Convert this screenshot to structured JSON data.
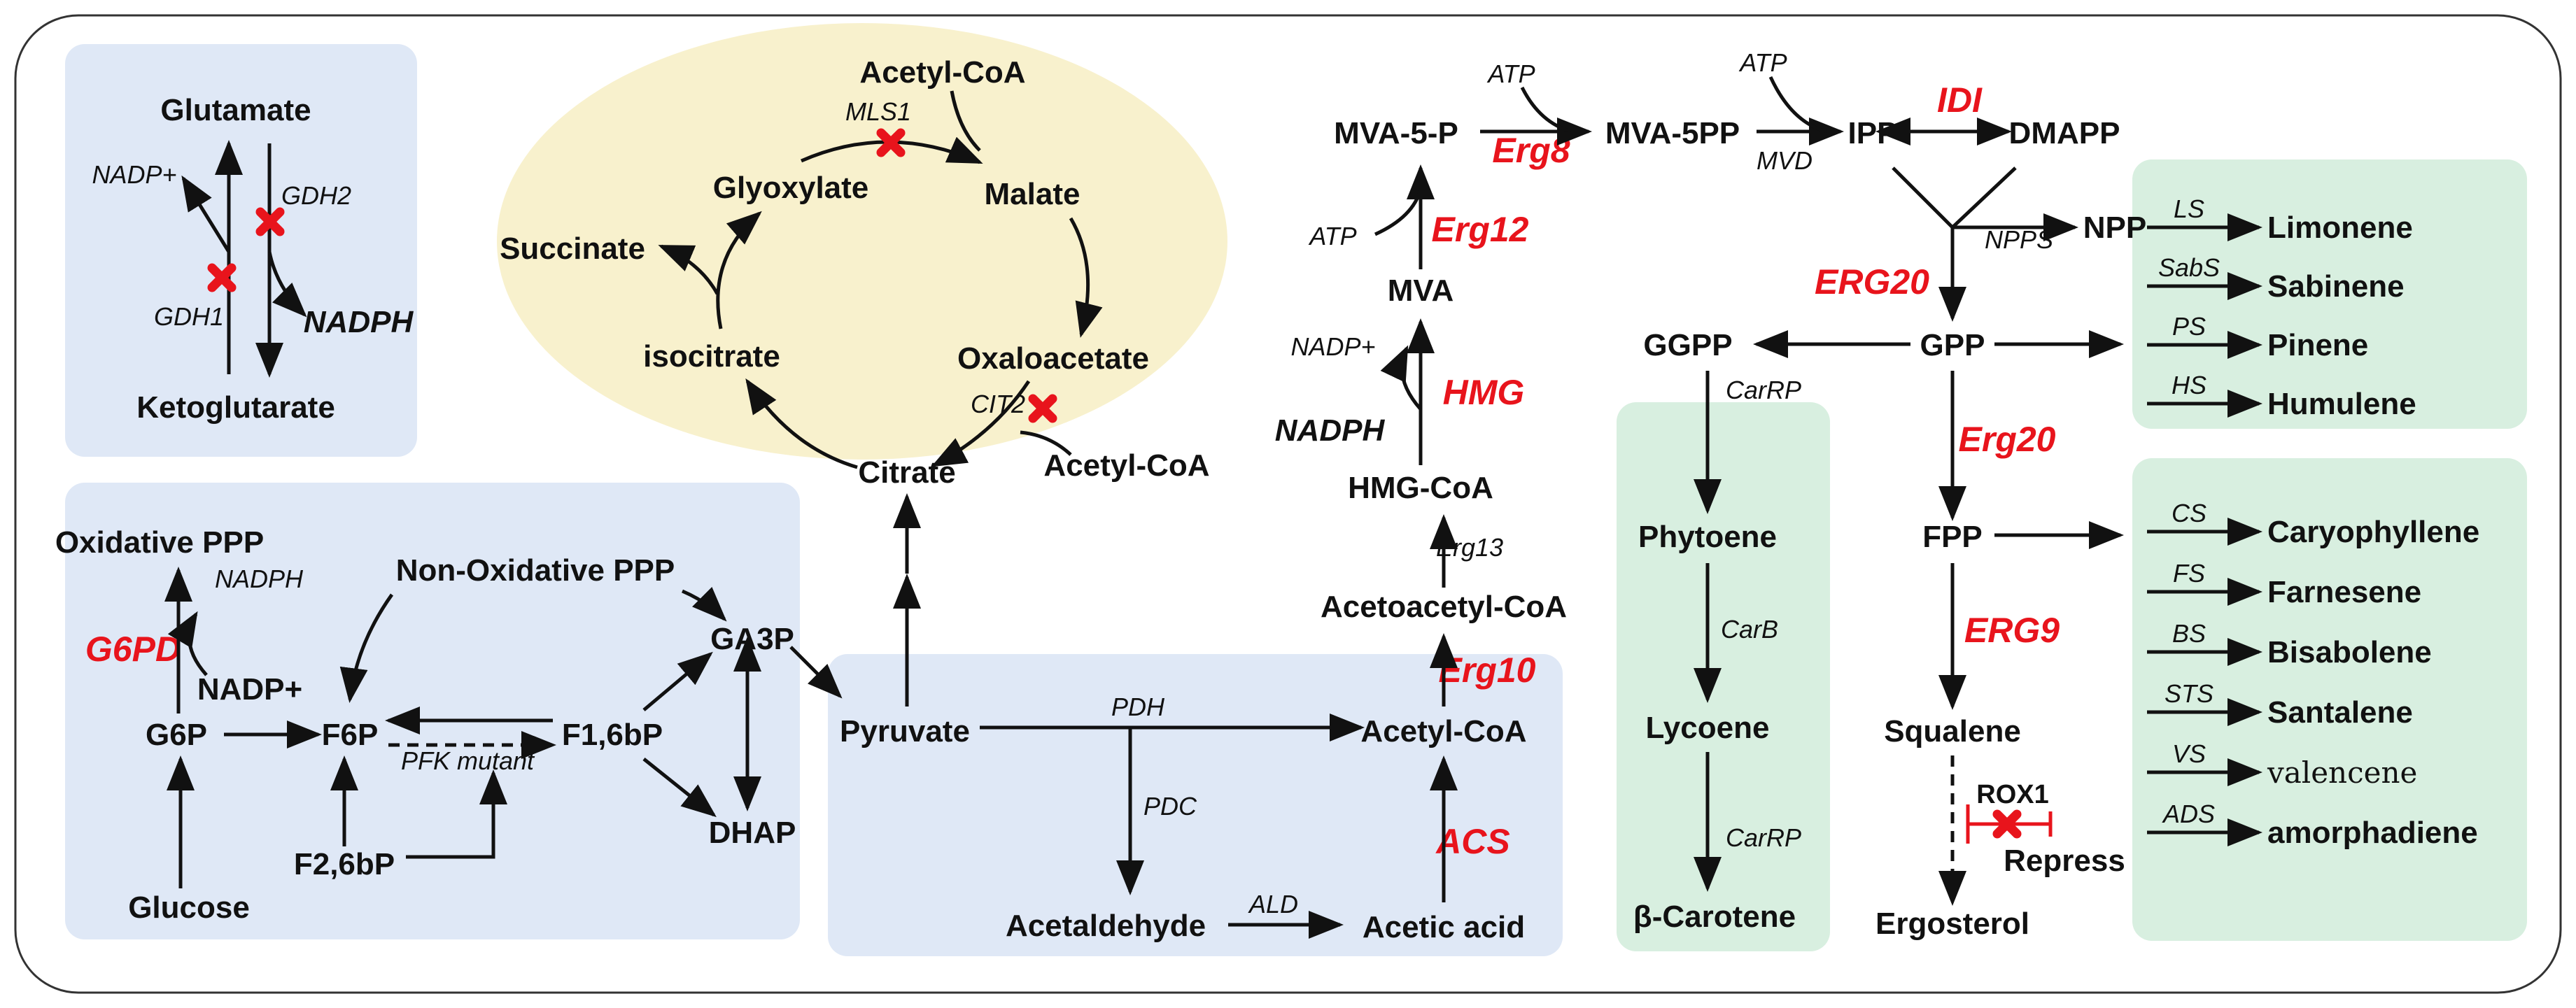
{
  "colors": {
    "blue_panel": "#dfe8f6",
    "yellow_panel": "#f8f1cd",
    "green_panel": "#d8efe0",
    "red": "#e8141c"
  },
  "glutamate_panel": {
    "glutamate": "Glutamate",
    "ketoglutarate": "Ketoglutarate",
    "nadp_plus": "NADP+",
    "nadph": "NADPH",
    "gdh1": "GDH1",
    "gdh2": "GDH2"
  },
  "tca": {
    "acetyl_coa_top": "Acetyl-CoA",
    "mls1": "MLS1",
    "glyoxylate": "Glyoxylate",
    "malate": "Malate",
    "succinate": "Succinate",
    "isocitrate": "isocitrate",
    "oxaloacetate": "Oxaloacetate",
    "cit2": "CIT2",
    "citrate": "Citrate",
    "acetyl_coa_bottom": "Acetyl-CoA"
  },
  "ppp_panel": {
    "oxidative_ppp": "Oxidative PPP",
    "nadph": "NADPH",
    "g6pd": "G6PD",
    "nadp_plus": "NADP+",
    "g6p": "G6P",
    "f6p": "F6P",
    "pfk_mutant": "PFK mutant",
    "f16bp": "F1,6bP",
    "non_oxidative_ppp": "Non-Oxidative PPP",
    "ga3p": "GA3P",
    "dhap": "DHAP",
    "f26bp": "F2,6bP",
    "glucose": "Glucose"
  },
  "pyruvate_panel": {
    "pyruvate": "Pyruvate",
    "pdh": "PDH",
    "acetyl_coa": "Acetyl-CoA",
    "pdc": "PDC",
    "acetaldehyde": "Acetaldehyde",
    "ald": "ALD",
    "acetic_acid": "Acetic acid",
    "acs": "ACS"
  },
  "mva_pathway": {
    "atp1": "ATP",
    "mva5p": "MVA-5-P",
    "erg8": "Erg8",
    "atp2": "ATP",
    "mva5pp": "MVA-5PP",
    "mvd": "MVD",
    "ipp": "IPP",
    "idi": "IDI",
    "dmapp": "DMAPP",
    "atp3": "ATP",
    "erg12": "Erg12",
    "mva": "MVA",
    "nadp_plus": "NADP+",
    "hmg": "HMG",
    "nadph": "NADPH",
    "hmg_coa": "HMG-CoA",
    "erg13": "Erg13",
    "acetoacetyl_coa": "Acetoacetyl-CoA",
    "erg10": "Erg10"
  },
  "isoprenoid": {
    "npps": "NPPS",
    "npp": "NPP",
    "erg20_upper": "ERG20",
    "ggpp": "GGPP",
    "gpp": "GPP",
    "erg20": "Erg20",
    "fpp": "FPP",
    "erg9": "ERG9",
    "squalene": "Squalene",
    "rox1": "ROX1",
    "repress": "Repress",
    "ergosterol": "Ergosterol"
  },
  "carotene_panel": {
    "carrp1": "CarRP",
    "phytoene": "Phytoene",
    "carb": "CarB",
    "lycoene": "Lycoene",
    "carrp2": "CarRP",
    "beta_carotene": "β-Carotene"
  },
  "monoterpenes": [
    {
      "enzyme": "LS",
      "product": "Limonene"
    },
    {
      "enzyme": "SabS",
      "product": "Sabinene"
    },
    {
      "enzyme": "PS",
      "product": "Pinene"
    },
    {
      "enzyme": "HS",
      "product": "Humulene"
    }
  ],
  "sesquiterpenes": [
    {
      "enzyme": "CS",
      "product": "Caryophyllene"
    },
    {
      "enzyme": "FS",
      "product": "Farnesene"
    },
    {
      "enzyme": "BS",
      "product": "Bisabolene"
    },
    {
      "enzyme": "STS",
      "product": "Santalene"
    },
    {
      "enzyme": "VS",
      "product": "valencene"
    },
    {
      "enzyme": "ADS",
      "product": "amorphadiene"
    }
  ]
}
